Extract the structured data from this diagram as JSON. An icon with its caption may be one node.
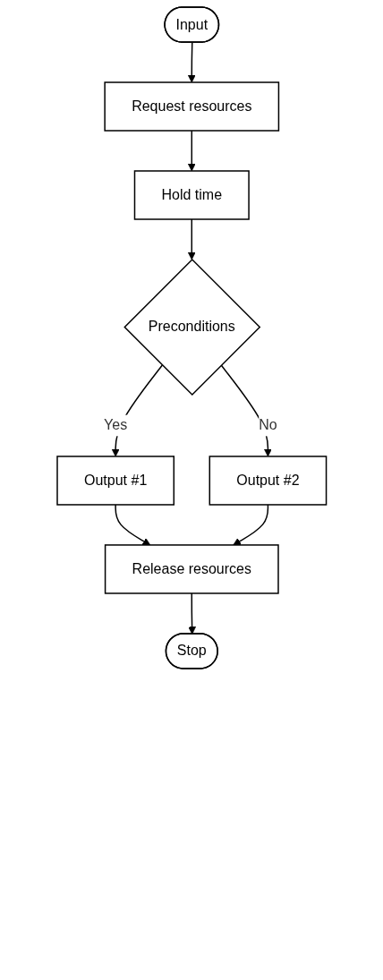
{
  "diagram": {
    "nodes": [
      {
        "text": [
          "Input"
        ]
      },
      {
        "text": [
          "Request resources"
        ]
      },
      {
        "text": [
          "Hold time"
        ]
      },
      {
        "text": [
          "Preconditions"
        ]
      },
      {
        "text": [
          "Output #1"
        ]
      },
      {
        "text": [
          "Output #2"
        ]
      },
      {
        "text": [
          "Release resources"
        ]
      },
      {
        "text": [
          "Stop"
        ]
      }
    ],
    "edges": [
      {
        "from": 0,
        "to": 1,
        "arrow": "to"
      },
      {
        "from": 1,
        "to": 2,
        "arrow": "to"
      },
      {
        "from": 2,
        "to": 3,
        "arrow": "to"
      },
      {
        "from": 3,
        "to": 4,
        "label": "Yes",
        "arrow": "to"
      },
      {
        "from": 3,
        "to": 5,
        "label": "No",
        "arrow": "to"
      },
      {
        "from": 4,
        "to": 6,
        "arrow": "to"
      },
      {
        "from": 5,
        "to": 6,
        "arrow": "to"
      },
      {
        "from": 6,
        "to": 7,
        "arrow": "to"
      }
    ]
  }
}
